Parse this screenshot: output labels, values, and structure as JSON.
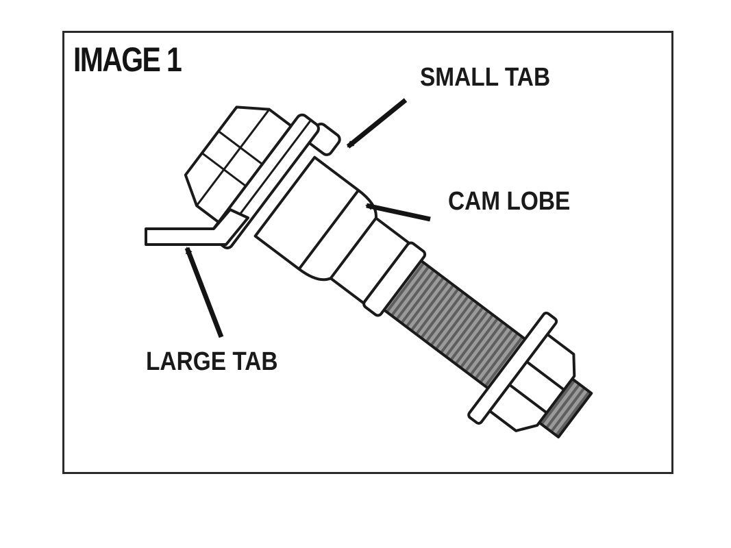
{
  "figure": {
    "title": "IMAGE 1",
    "callouts": {
      "small_tab": "SMALL TAB",
      "cam_lobe": "CAM LOBE",
      "large_tab": "LARGE TAB"
    }
  },
  "colors": {
    "ink": "#1a1a1a",
    "thread_shade": "#8a8a8a",
    "paper": "#ffffff"
  }
}
